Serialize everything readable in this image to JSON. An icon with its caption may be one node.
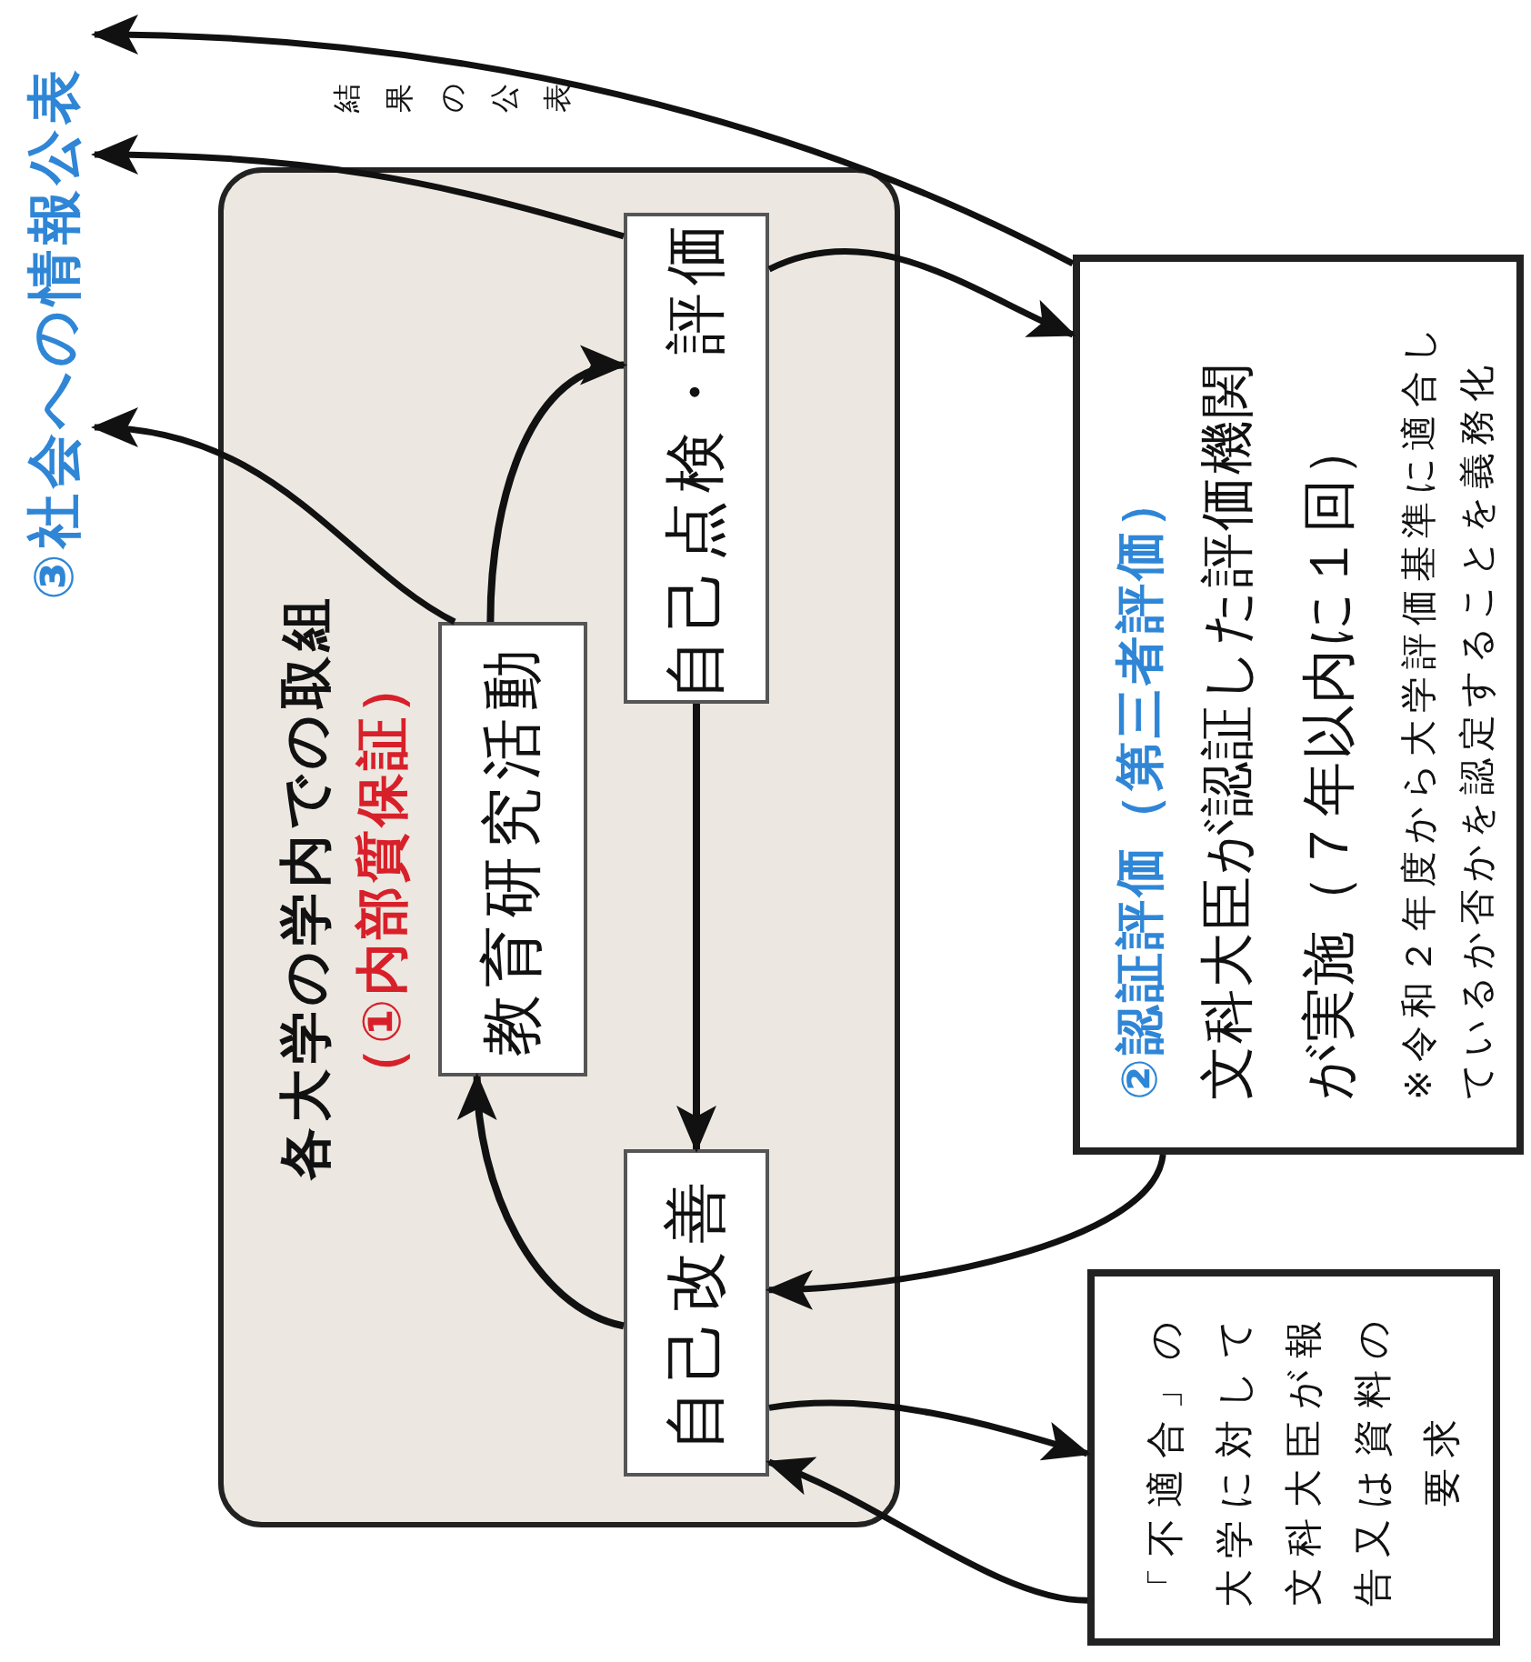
{
  "diagram": {
    "nodes": [
      {
        "text": [
          "③社会への情報公表"
        ]
      },
      {
        "text": [
          "各大学の学内での取組",
          "（①内部質保証）"
        ]
      },
      {
        "text": [
          "自己点検・評価"
        ],
        "in": 1
      },
      {
        "text": [
          "教育研究活動"
        ],
        "in": 1
      },
      {
        "text": [
          "自己改善"
        ],
        "in": 1
      },
      {
        "text": [
          "②認証評価（第三者評価）",
          "文科大臣が認証した評価機関が実施（７年以内に１回）",
          "※令和２年度から大学評価基準に適合しているか否かを認定することを義務化"
        ]
      },
      {
        "text": [
          "「不適合」の大学に対して文科大臣が報告又は資料の要求"
        ]
      }
    ],
    "edges": [
      {
        "from": 2,
        "to": 5,
        "arrow": "to"
      },
      {
        "from": 5,
        "to": 4,
        "arrow": "to"
      },
      {
        "from": 4,
        "to": 6,
        "arrow": "to"
      },
      {
        "from": 6,
        "to": 4,
        "arrow": "to"
      },
      {
        "from": 5,
        "to": 0,
        "arrow": "to"
      },
      {
        "from": 2,
        "to": 0,
        "arrow": "to"
      },
      {
        "from": 3,
        "to": 0,
        "arrow": "to"
      },
      {
        "from": 3,
        "to": 2,
        "arrow": "to"
      },
      {
        "from": 4,
        "to": 3,
        "arrow": "to"
      },
      {
        "from": 2,
        "to": 4,
        "arrow": "to"
      }
    ],
    "labels": [
      "結果の公表"
    ]
  }
}
